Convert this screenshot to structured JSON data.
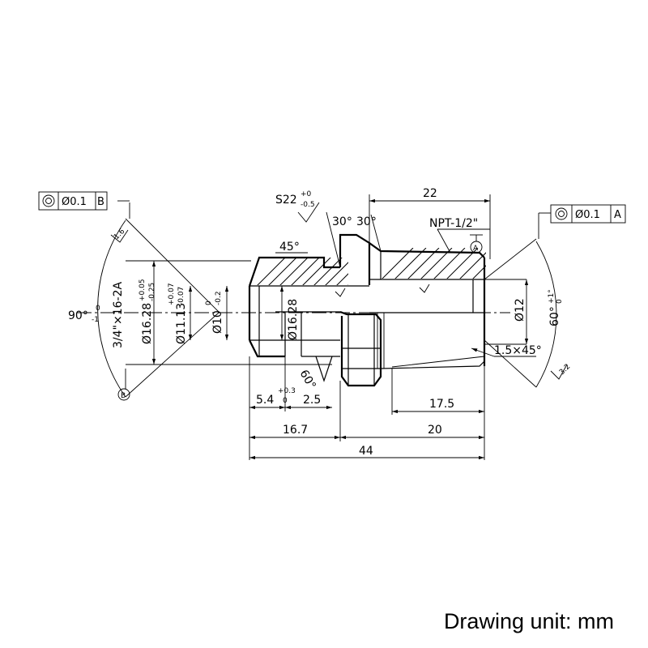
{
  "drawing": {
    "unit_note": "Drawing unit: mm",
    "datum_a": "A",
    "datum_b": "B",
    "frame_left": {
      "tolerance": "Ø0.1",
      "datum": "B"
    },
    "frame_right": {
      "tolerance": "Ø0.1",
      "datum": "A"
    },
    "thread_left": "3/4\"×16-2A",
    "thread_right": "NPT-1/2\"",
    "hex": {
      "base": "S22",
      "upper": "+0",
      "lower": "-0.5"
    },
    "angle_90": {
      "base": "90°",
      "upper": "0",
      "lower": "-1"
    },
    "angle_60_right": {
      "base": "60°",
      "upper": "+1°",
      "lower": "0"
    },
    "angle_60_inner": "60°",
    "angle_45": "45°",
    "angle_30_a": "30°",
    "angle_30_b": "30°",
    "dia_16_28_tol": {
      "base": "Ø16.28",
      "upper": "+0.05",
      "lower": "-0.25"
    },
    "dia_11_13": {
      "base": "Ø11.13",
      "upper": "+0.07",
      "lower": "-0.07"
    },
    "dia_10": {
      "base": "Ø10",
      "upper": "0",
      "lower": "-0.2"
    },
    "dia_16_28": "Ø16.28",
    "dia_12": "Ø12",
    "chamfer": "1.5×45°",
    "dim_22": "22",
    "dim_5_4": {
      "base": "5.4",
      "upper": "+0.3",
      "lower": "0"
    },
    "dim_2_5": "2.5",
    "dim_17_5": "17.5",
    "dim_16_7": "16.7",
    "dim_20": "20",
    "dim_44": "44",
    "roughness_left": "1.6",
    "roughness_right": "3.2"
  }
}
